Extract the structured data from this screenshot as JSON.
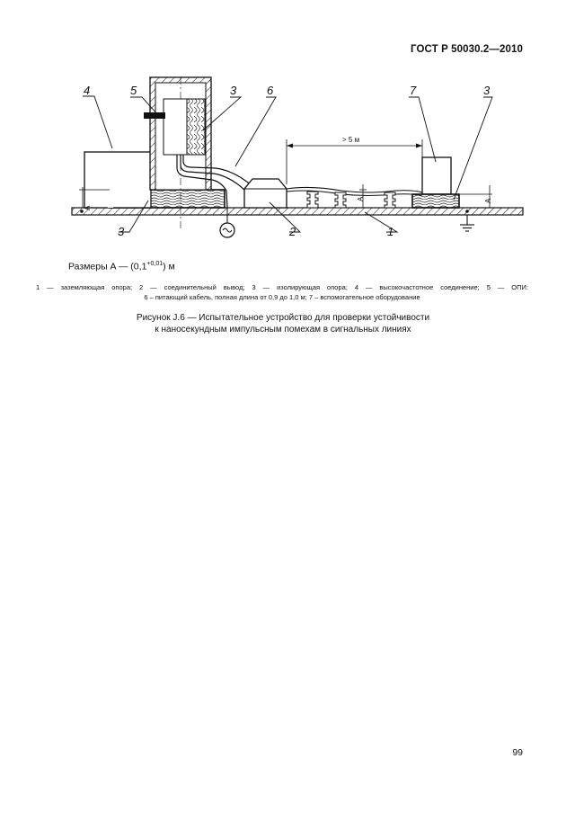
{
  "header": {
    "standard": "ГОСТ Р 50030.2—2010"
  },
  "figure": {
    "callouts": [
      "4",
      "5",
      "3",
      "6",
      "7",
      "3",
      "3",
      "2",
      "1"
    ],
    "distance_label": "> 5 м",
    "dim_label": "A"
  },
  "sizes_line": {
    "prefix": "Размеры A — (0,1",
    "superscript": "+0,01",
    "suffix": ") м"
  },
  "legend": {
    "line1": "1 — заземляющая опора; 2 — соединительный вывод; 3 — изолирующая опора; 4 — высокочастотное соединение; 5 — ОПИ:",
    "line2": "6 – питающий кабель, полная длина от 0,9 до 1,0 м; 7 – вспомогательное оборудование"
  },
  "caption": {
    "line1": "Рисунок J.6 — Испытательное устройство для проверки устойчивости",
    "line2": "к наносекундным импульсным помехам в сигнальных линиях"
  },
  "page_number": "99"
}
